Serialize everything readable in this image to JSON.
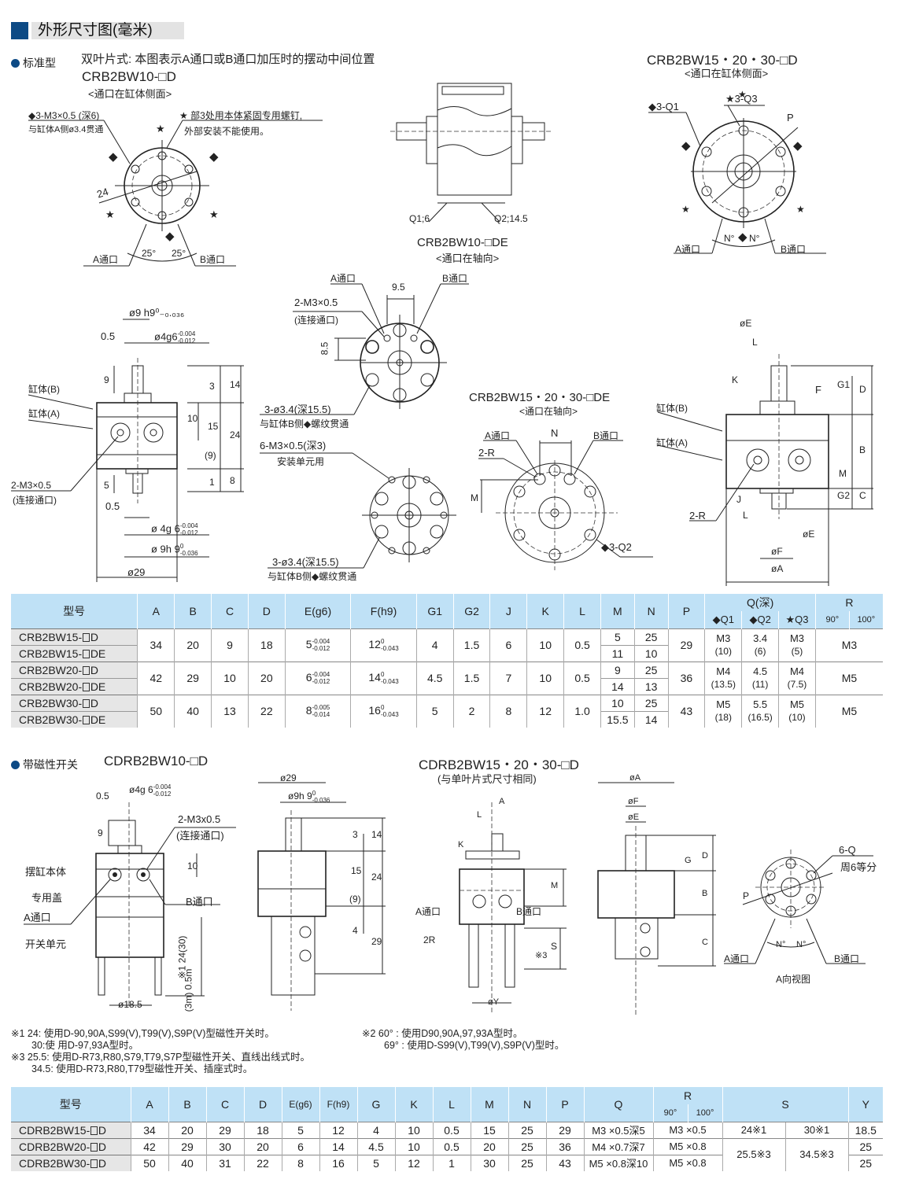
{
  "header": {
    "title": "外形尺寸图(毫米)"
  },
  "standard": {
    "label": "标准型",
    "desc": "双叶片式: 本图表示A通口或B通口加压时的摆动中间位置",
    "m10_d": {
      "title": "CRB2BW10-□D",
      "sub": "<通口在缸体侧面>",
      "note1a": "◆3-M3×0.5 (深6)",
      "note1b": "与缸体A侧ø3.4贯通",
      "note2a": "★ 部3处用本体紧固专用螺钉,",
      "note2b": "外部安装不能使用。",
      "dim24": "24",
      "ang1": "25°",
      "ang2": "25°",
      "portA": "A通口",
      "portB": "B通口"
    },
    "m10_de": {
      "title": "CRB2BW10-□DE",
      "sub": "<通口在轴向>",
      "q1": "Q1;6",
      "q2": "Q2;14.5"
    },
    "m15_d": {
      "title": "CRB2BW15・20・30-□D",
      "sub": "<通口在缸体侧面>",
      "q1": "◆3-Q1",
      "q3": "★3-Q3",
      "p": "P",
      "n1": "N°",
      "n2": "N°",
      "portA": "A通口",
      "portB": "B通口"
    },
    "side10": {
      "d9": "ø9  h9⁰₋₀.₀₃₆",
      "d05": "0.5",
      "d4g": "ø4g6",
      "d4g_tol_u": "-0.004",
      "d4g_tol_l": "-0.012",
      "cylB": "缸体(B)",
      "cylA": "缸体(A)",
      "port": "2-M3×0.5",
      "port2": "(连接通口)",
      "v9": "9",
      "v3": "3",
      "v14": "14",
      "v10": "10",
      "v15": "15",
      "v24": "24",
      "v9p": "(9)",
      "v1": "1",
      "v8": "8",
      "v5": "5",
      "b05": "0.5",
      "b4g": "ø 4g  6",
      "b4g_u": "-0.004",
      "b4g_l": "-0.012",
      "b9h": "ø 9h  9",
      "b9h_u": "0",
      "b9h_l": "-0.036",
      "d29": "ø29"
    },
    "axial10": {
      "portA": "A通口",
      "portB": "B通口",
      "d95": "9.5",
      "port": "2-M3×0.5",
      "port2": "(连接通口)",
      "d85": "8.5",
      "hole1": "3-ø3.4(深15.5)",
      "hole1b": "与缸体B侧◆螺纹贯通",
      "mount": "6-M3×0.5(深3)",
      "mountb": "安装单元用",
      "hole2": "3-ø3.4(深15.5)",
      "hole2b": "与缸体B侧◆螺纹贯通"
    },
    "axial15": {
      "title": "CRB2BW15・20・30-□DE",
      "sub": "<通口在轴向>",
      "portA": "A通口",
      "portB": "B通口",
      "n": "N",
      "r": "2-R",
      "m": "M",
      "q2": "◆3-Q2"
    },
    "side15": {
      "e": "øE",
      "l": "L",
      "k": "K",
      "f": "F",
      "g1": "G1",
      "d": "D",
      "b": "B",
      "m": "M",
      "g2": "G2",
      "c": "C",
      "j": "J",
      "l2": "L",
      "e2": "øE",
      "f2": "øF",
      "a": "øA",
      "r": "2-R",
      "cylB": "缸体(B)",
      "cylA": "缸体(A)"
    }
  },
  "table1": {
    "headers": [
      "型号",
      "A",
      "B",
      "C",
      "D",
      "E(g6)",
      "F(h9)",
      "G1",
      "G2",
      "J",
      "K",
      "L",
      "M",
      "N",
      "P",
      "Q(深)",
      "R"
    ],
    "q_sub": [
      "◆Q1",
      "◆Q2",
      "★Q3"
    ],
    "r_sub": [
      "90°",
      "100°"
    ],
    "rows": [
      {
        "models": [
          "CRB2BW15-□D",
          "CRB2BW15-□DE"
        ],
        "A": "34",
        "B": "20",
        "C": "9",
        "D": "18",
        "E": "5",
        "E_u": "-0.004",
        "E_l": "-0.012",
        "F": "12",
        "F_u": "0",
        "F_l": "-0.043",
        "G1": "4",
        "G2": "1.5",
        "J": "6",
        "K": "10",
        "L": "0.5",
        "M": [
          "5",
          "11"
        ],
        "N": [
          "25",
          "10"
        ],
        "P": "29",
        "Q1": [
          "M3",
          "(10)"
        ],
        "Q2": [
          "3.4",
          "(6)"
        ],
        "Q3": [
          "M3",
          "(5)"
        ],
        "R": "M3"
      },
      {
        "models": [
          "CRB2BW20-□D",
          "CRB2BW20-□DE"
        ],
        "A": "42",
        "B": "29",
        "C": "10",
        "D": "20",
        "E": "6",
        "E_u": "-0.004",
        "E_l": "-0.012",
        "F": "14",
        "F_u": "0",
        "F_l": "-0.043",
        "G1": "4.5",
        "G2": "1.5",
        "J": "7",
        "K": "10",
        "L": "0.5",
        "M": [
          "9",
          "14"
        ],
        "N": [
          "25",
          "13"
        ],
        "P": "36",
        "Q1": [
          "M4",
          "(13.5)"
        ],
        "Q2": [
          "4.5",
          "(11)"
        ],
        "Q3": [
          "M4",
          "(7.5)"
        ],
        "R": "M5"
      },
      {
        "models": [
          "CRB2BW30-□D",
          "CRB2BW30-□DE"
        ],
        "A": "50",
        "B": "40",
        "C": "13",
        "D": "22",
        "E": "8",
        "E_u": "-0.005",
        "E_l": "-0.014",
        "F": "16",
        "F_u": "0",
        "F_l": "-0.043",
        "G1": "5",
        "G2": "2",
        "J": "8",
        "K": "12",
        "L": "1.0",
        "M": [
          "10",
          "15.5"
        ],
        "N": [
          "25",
          "14"
        ],
        "P": "43",
        "Q1": [
          "M5",
          "(18)"
        ],
        "Q2": [
          "5.5",
          "(16.5)"
        ],
        "Q3": [
          "M5",
          "(10)"
        ],
        "R": "M5"
      }
    ]
  },
  "magnetic": {
    "label": "带磁性开关",
    "m10": {
      "title": "CDRB2BW10-□D",
      "d05": "0.5",
      "d4g": "ø4g 6",
      "d4g_u": "-0.004",
      "d4g_l": "-0.012",
      "port": "2-M3x0.5",
      "port2": "(连接通口)",
      "body": "摆缸本体",
      "cover": "专用盖",
      "portA": "A通口",
      "portB": "B通口",
      "unit": "开关单元",
      "v9": "9",
      "v10": "10",
      "v24": "※1 24(30)",
      "v05m": "(3m) 0.5m",
      "d185": "ø18.5",
      "d29": "ø29",
      "d9h": "ø9h  9",
      "d9h_u": "0",
      "d9h_l": "-0.036",
      "v3": "3",
      "v14": "14",
      "v15": "15",
      "v24b": "24",
      "v9p": "(9)",
      "v4": "4",
      "v29": "29"
    },
    "m15": {
      "title": "CDRB2BW15・20・30-□D",
      "sub": "(与单叶片式尺寸相同)",
      "a": "A",
      "l": "L",
      "k": "K",
      "m": "M",
      "portA": "A通口",
      "portB": "B通口",
      "r": "2R",
      "s": "S",
      "n3": "※3",
      "y": "øY",
      "da": "øA",
      "df": "øF",
      "de": "øE",
      "g": "G",
      "d": "D",
      "b": "B",
      "c": "C",
      "q": "6-Q",
      "q2": "周6等分",
      "p": "P",
      "n1": "N°",
      "n2": "N°",
      "view": "A向视图"
    }
  },
  "notes": [
    "※1 24: 使用D-90,90A,S99(V),T99(V),S9P(V)型磁性开关时。",
    "30:使 用D-97,93A型时。",
    "※3 25.5: 使用D-R73,R80,S79,T79,S7P型磁性开关、直线出线式时。",
    "34.5: 使用D-R73,R80,T79型磁性开关、插座式时。",
    "※2 60° : 使用D90,90A,97,93A型时。",
    "69° : 使用D-S99(V),T99(V),S9P(V)型时。"
  ],
  "table2": {
    "headers": [
      "型号",
      "A",
      "B",
      "C",
      "D",
      "E(g6)",
      "F(h9)",
      "G",
      "K",
      "L",
      "M",
      "N",
      "P",
      "Q",
      "R",
      "S",
      "Y"
    ],
    "r_sub": [
      "90°",
      "100°"
    ],
    "rows": [
      {
        "model": "CDRB2BW15-□D",
        "A": "34",
        "B": "20",
        "C": "29",
        "D": "18",
        "E": "5",
        "F": "12",
        "G": "4",
        "K": "10",
        "L": "0.5",
        "M": "15",
        "N": "25",
        "P": "29",
        "Q": "M3 ×0.5深5",
        "R": "M3 ×0.5",
        "S1": "24※1",
        "S2": "30※1",
        "Y": "18.5"
      },
      {
        "model": "CDRB2BW20-□D",
        "A": "42",
        "B": "29",
        "C": "30",
        "D": "20",
        "E": "6",
        "F": "14",
        "G": "4.5",
        "K": "10",
        "L": "0.5",
        "M": "20",
        "N": "25",
        "P": "36",
        "Q": "M4 ×0.7深7",
        "R": "M5 ×0.8",
        "S1": "25.5※3",
        "S2": "34.5※3",
        "Y": "25"
      },
      {
        "model": "CDRB2BW30-□D",
        "A": "50",
        "B": "40",
        "C": "31",
        "D": "22",
        "E": "8",
        "F": "16",
        "G": "5",
        "K": "12",
        "L": "1",
        "M": "30",
        "N": "25",
        "P": "43",
        "Q": "M5 ×0.8深10",
        "R": "M5 ×0.8",
        "Y": "25"
      }
    ]
  }
}
